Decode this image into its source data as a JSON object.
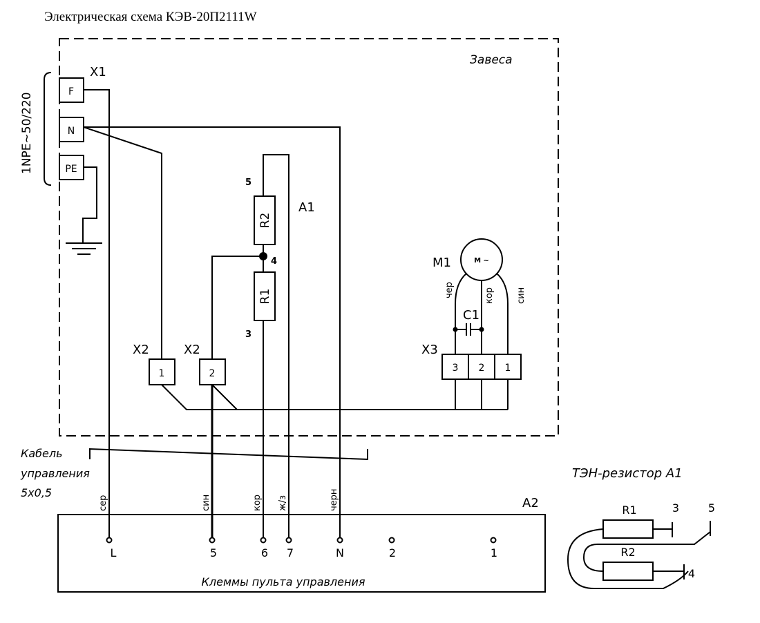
{
  "title": "Электрическая схема КЭВ-20П2111W",
  "curtain_label": "Завеса",
  "power_label": "1NPE~50/220",
  "x1": {
    "label": "X1",
    "terminals": [
      "F",
      "N",
      "PE"
    ]
  },
  "a1": {
    "label": "A1",
    "r2": "R2",
    "r1": "R1",
    "pin5": "5",
    "pin4": "4",
    "pin3": "3"
  },
  "x2": {
    "label_a": "X2",
    "label_b": "X2",
    "pin_a": "1",
    "pin_b": "2"
  },
  "motor": {
    "label": "M1",
    "symbol": "M ~",
    "wire_black": "чер",
    "wire_brown": "кор",
    "wire_blue": "син"
  },
  "capacitor": {
    "label": "C1"
  },
  "x3": {
    "label": "X3",
    "pins": [
      "3",
      "2",
      "1"
    ]
  },
  "cable": {
    "line1": "Кабель",
    "line2": "управления",
    "line3": "5x0,5"
  },
  "a2": {
    "label": "A2",
    "caption": "Клеммы пульта управления",
    "wires": [
      "сер",
      "син",
      "кор",
      "ж/з",
      "черн"
    ],
    "terminals": [
      "L",
      "5",
      "6",
      "7",
      "N",
      "2",
      "1"
    ]
  },
  "heater": {
    "title": "ТЭН-резистор А1",
    "r1": "R1",
    "r2": "R2",
    "pin3": "3",
    "pin5": "5",
    "pin4": "4"
  }
}
